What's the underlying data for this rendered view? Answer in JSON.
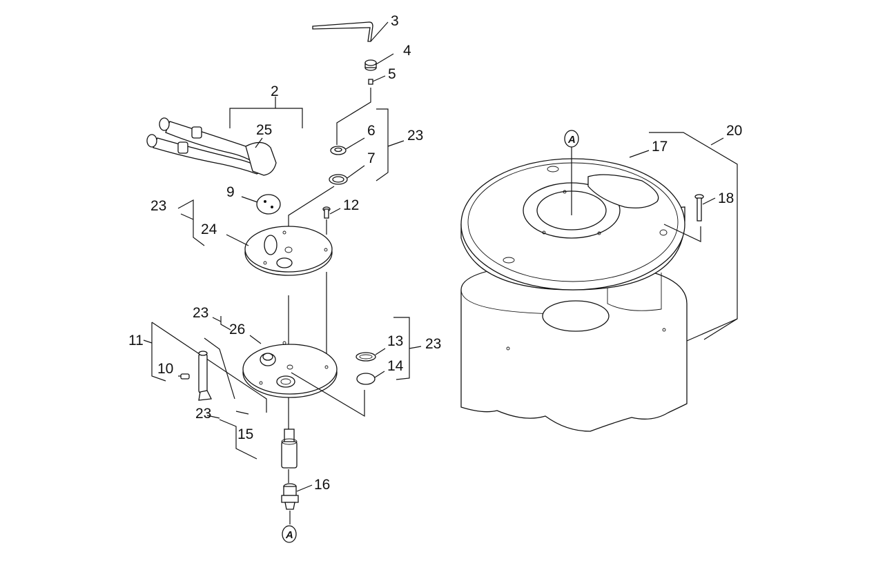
{
  "diagram": {
    "labels": [
      {
        "id": "l2",
        "text": "2"
      },
      {
        "id": "l3",
        "text": "3"
      },
      {
        "id": "l4",
        "text": "4"
      },
      {
        "id": "l5",
        "text": "5"
      },
      {
        "id": "l6",
        "text": "6"
      },
      {
        "id": "l7",
        "text": "7"
      },
      {
        "id": "l9",
        "text": "9"
      },
      {
        "id": "l10",
        "text": "10"
      },
      {
        "id": "l11",
        "text": "11"
      },
      {
        "id": "l12",
        "text": "12"
      },
      {
        "id": "l13",
        "text": "13"
      },
      {
        "id": "l14",
        "text": "14"
      },
      {
        "id": "l15",
        "text": "15"
      },
      {
        "id": "l16",
        "text": "16"
      },
      {
        "id": "l17",
        "text": "17"
      },
      {
        "id": "l18",
        "text": "18"
      },
      {
        "id": "l20",
        "text": "20"
      },
      {
        "id": "l23a",
        "text": "23"
      },
      {
        "id": "l23b",
        "text": "23"
      },
      {
        "id": "l23c",
        "text": "23"
      },
      {
        "id": "l23d",
        "text": "23"
      },
      {
        "id": "l23e",
        "text": "23"
      },
      {
        "id": "l24",
        "text": "24"
      },
      {
        "id": "l25",
        "text": "25"
      },
      {
        "id": "l26",
        "text": "26"
      }
    ],
    "ref_marks": [
      {
        "id": "ra",
        "text": "A"
      },
      {
        "id": "rb",
        "text": "A"
      }
    ]
  }
}
